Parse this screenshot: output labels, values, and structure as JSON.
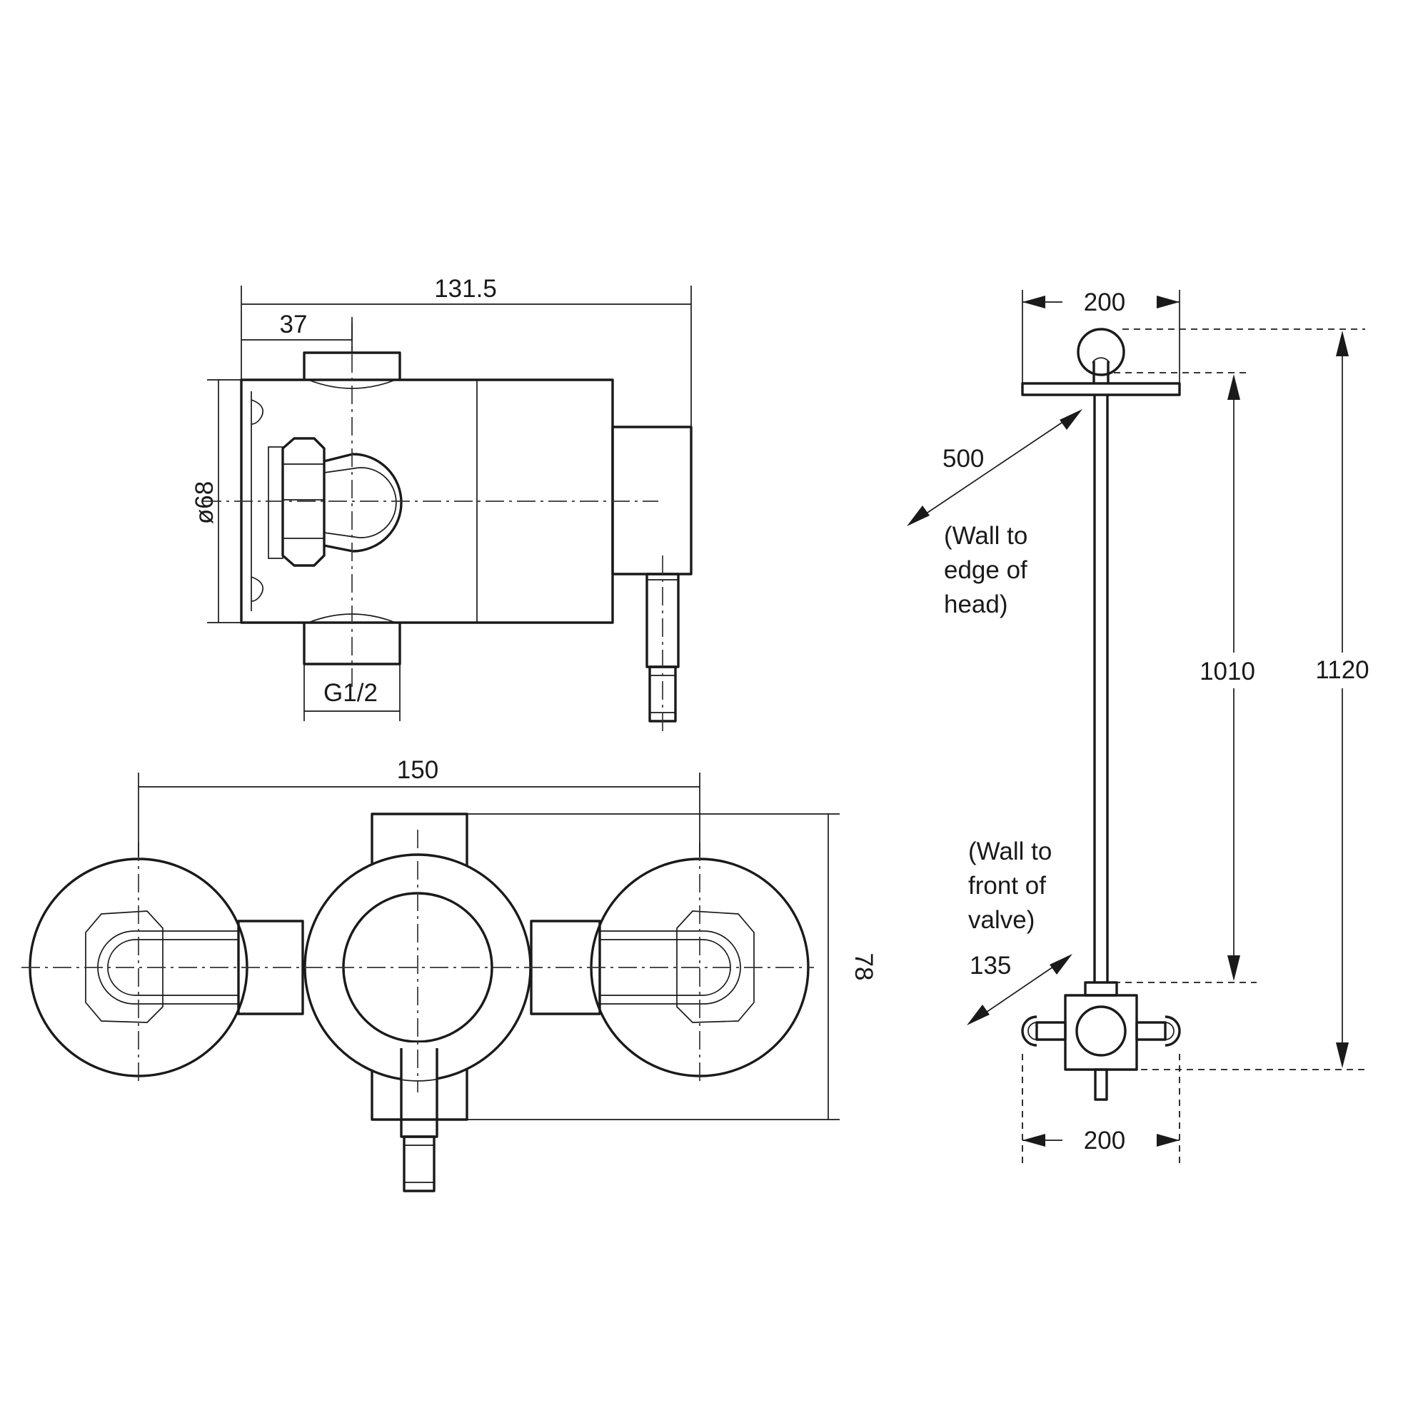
{
  "colors": {
    "line": "#1a1a1a",
    "background": "#ffffff"
  },
  "side_view": {
    "overall_length": "131.5",
    "inlet_offset": "37",
    "diameter": "ø68",
    "thread": "G1/2"
  },
  "front_view": {
    "width": "150",
    "height": "78"
  },
  "kit_view": {
    "head_width": "200",
    "valve_width": "200",
    "head_projection": "500",
    "head_projection_note": [
      "(Wall to",
      "edge of",
      "head)"
    ],
    "valve_projection": "135",
    "valve_projection_note": [
      "(Wall to",
      "front of",
      "valve)"
    ],
    "rail_height": "1010",
    "overall_height": "1120"
  }
}
